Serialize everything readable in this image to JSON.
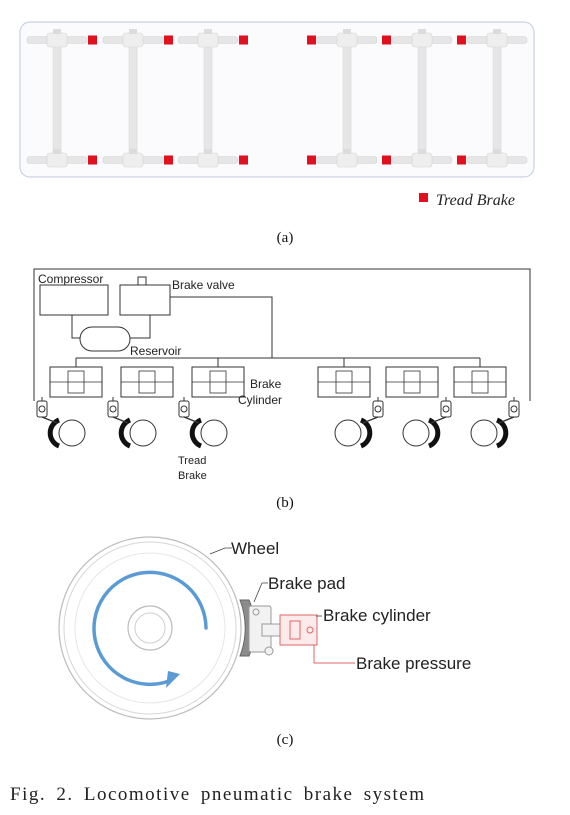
{
  "panel_a": {
    "legend_label": "Tread Brake",
    "colors": {
      "brake": "#e0101e",
      "axle": "#e6e6e6",
      "frame": "#c9d3e3"
    },
    "caption": "(a)"
  },
  "panel_b": {
    "labels": {
      "compressor": "Compressor",
      "brake_valve": "Brake valve",
      "reservoir": "Reservoir",
      "brake_line1": "Brake",
      "brake_line2": "Cylinder",
      "tread_line1": "Tread",
      "tread_line2": "Brake"
    },
    "caption": "(b)"
  },
  "panel_c": {
    "labels": {
      "wheel": "Wheel",
      "brake_pad": "Brake pad",
      "brake_cylinder": "Brake cylinder",
      "brake_pressure": "Brake pressure"
    },
    "colors": {
      "arrow": "#5b9bd5",
      "cylinder": "#e06666"
    },
    "caption": "(c)"
  },
  "figure_caption": "Fig. 2. Locomotive pneumatic brake system"
}
